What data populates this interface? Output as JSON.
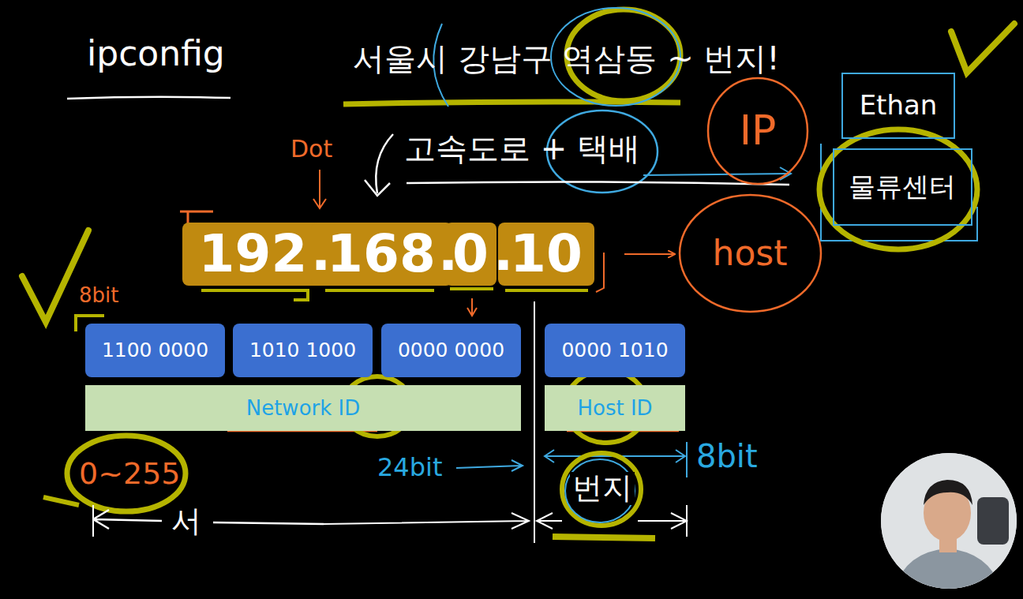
{
  "diagram": {
    "nodes": [
      {
        "text": [
          "Ethan"
        ]
      },
      {
        "text": [
          "IP"
        ]
      },
      {
        "text": [
          "물류센터"
        ]
      },
      {
        "text": [
          "192"
        ]
      },
      {
        "text": [
          "168"
        ]
      },
      {
        "text": [
          "0"
        ]
      },
      {
        "text": [
          "10"
        ]
      },
      {
        "text": [
          "host"
        ]
      },
      {
        "text": [
          "1100 0000"
        ]
      },
      {
        "text": [
          "1010 1000"
        ]
      },
      {
        "text": [
          "0000 0000"
        ]
      },
      {
        "text": [
          "0000 1010"
        ]
      },
      {
        "text": [
          "Network ID"
        ]
      },
      {
        "text": [
          "Host ID"
        ]
      }
    ],
    "edges": [
      {
        "from": 6,
        "to": 7,
        "arrow": "to"
      }
    ],
    "labels": [
      "ipconfig",
      "서울시 강남구 역삼동 ~ 번지!",
      "Dot",
      "고속도로 + 택배",
      ".",
      ".",
      ".",
      "8bit",
      "0~255",
      "24bit",
      "8bit",
      "서",
      "번지"
    ]
  }
}
